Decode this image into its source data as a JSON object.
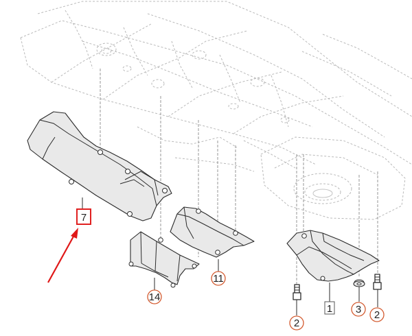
{
  "diagram": {
    "colors": {
      "callout_ring": "#d35a2f",
      "highlight": "#e02020",
      "line_art": "#2a2a2a",
      "chassis_lines": "#b9b9b9"
    },
    "callouts": {
      "part_7": "7",
      "part_14": "14",
      "part_11": "11",
      "part_1": "1",
      "part_2_left": "2",
      "part_3": "3",
      "part_2_right": "2"
    }
  }
}
